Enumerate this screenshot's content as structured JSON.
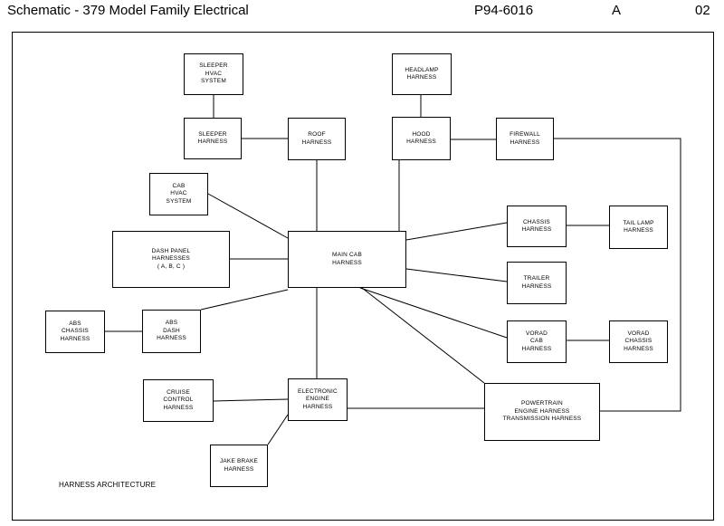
{
  "header": {
    "title": "Schematic - 379 Model Family Electrical",
    "doc_number": "P94-6016",
    "revision": "A",
    "sheet": "02"
  },
  "diagram": {
    "caption": "HARNESS ARCHITECTURE",
    "nodes": {
      "sleeper_hvac": [
        "SLEEPER",
        "HVAC",
        "SYSTEM"
      ],
      "sleeper_harness": [
        "SLEEPER",
        "HARNESS"
      ],
      "roof_harness": [
        "ROOF",
        "HARNESS"
      ],
      "headlamp_harness": [
        "HEADLAMP",
        "HARNESS"
      ],
      "hood_harness": [
        "HOOD",
        "HARNESS"
      ],
      "firewall_harness": [
        "FIREWALL",
        "HARNESS"
      ],
      "cab_hvac": [
        "CAB",
        "HVAC",
        "SYSTEM"
      ],
      "dash_panel": [
        "DASH PANEL",
        "HARNESSES",
        "( A, B, C )"
      ],
      "main_cab": [
        "MAIN CAB",
        "HARNESS"
      ],
      "chassis_harness": [
        "CHASSIS",
        "HARNESS"
      ],
      "tail_lamp_harness": [
        "TAIL LAMP",
        "HARNESS"
      ],
      "trailer_harness": [
        "TRAILER",
        "HARNESS"
      ],
      "abs_chassis": [
        "ABS",
        "CHASSIS",
        "HARNESS"
      ],
      "abs_dash": [
        "ABS",
        "DASH",
        "HARNESS"
      ],
      "vorad_cab": [
        "VORAD",
        "CAB",
        "HARNESS"
      ],
      "vorad_chassis": [
        "VORAD",
        "CHASSIS",
        "HARNESS"
      ],
      "cruise_control": [
        "CRUISE",
        "CONTROL",
        "HARNESS"
      ],
      "electronic_engine": [
        "ELECTRONIC",
        "ENGINE",
        "HARNESS"
      ],
      "powertrain": [
        "POWERTRAIN",
        "ENGINE HARNESS",
        "TRANSMISSION HARNESS"
      ],
      "jake_brake": [
        "JAKE BRAKE",
        "HARNESS"
      ]
    }
  }
}
